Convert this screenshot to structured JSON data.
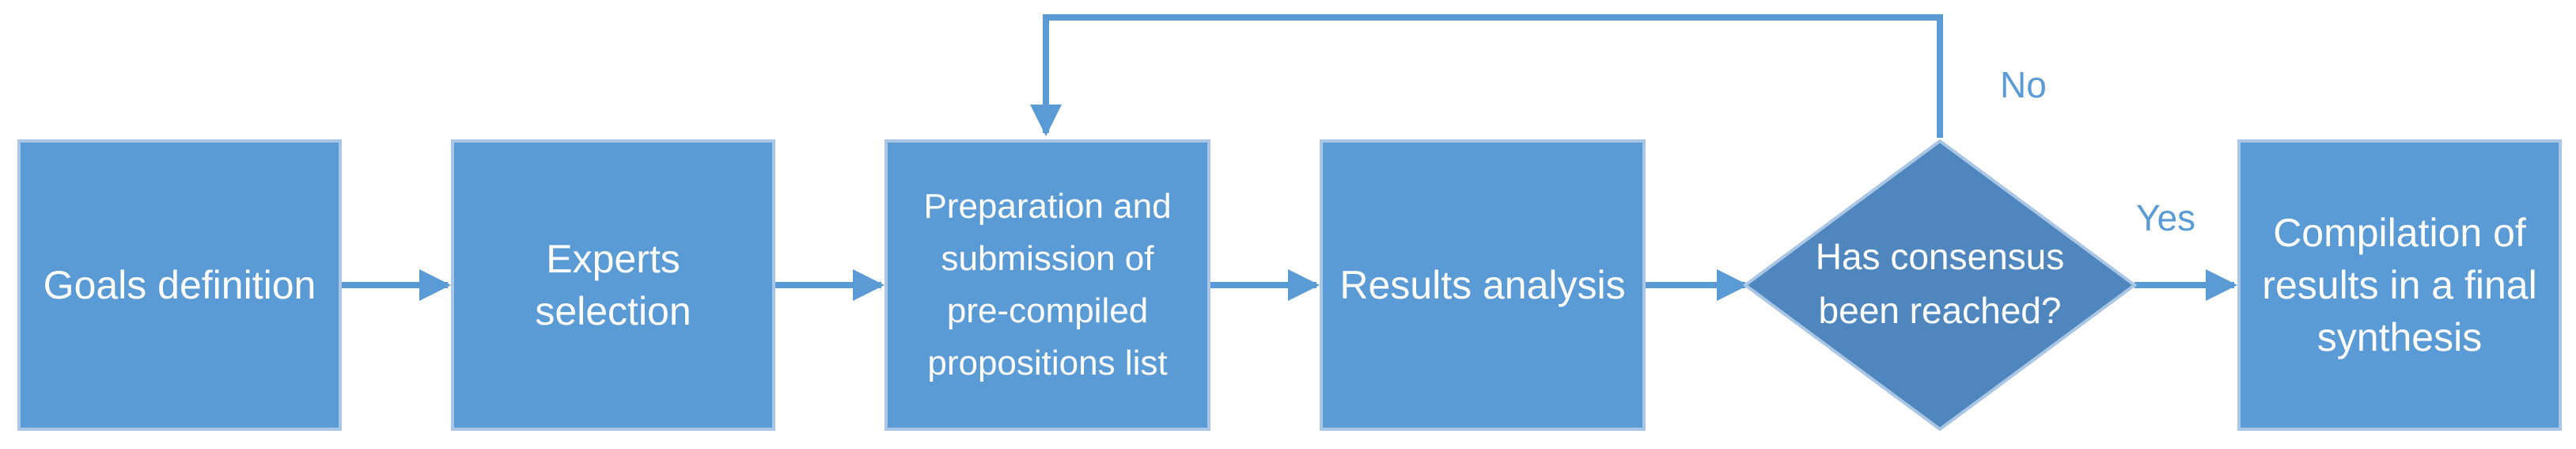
{
  "colors": {
    "fill": "#5b9bd5",
    "border": "#aac6e5",
    "decision_fill": "#4f86be",
    "arrow": "#5b9bd5"
  },
  "nodes": {
    "goals": "Goals definition",
    "experts": [
      "Experts",
      "selection"
    ],
    "preparation": [
      "Preparation and",
      "submission of",
      "pre-compiled",
      "propositions list"
    ],
    "analysis": "Results analysis",
    "decision": [
      "Has consensus",
      "been reached?"
    ],
    "compilation": [
      "Compilation of",
      "results in a final",
      "synthesis"
    ]
  },
  "edges": {
    "no_label": "No",
    "yes_label": "Yes"
  }
}
